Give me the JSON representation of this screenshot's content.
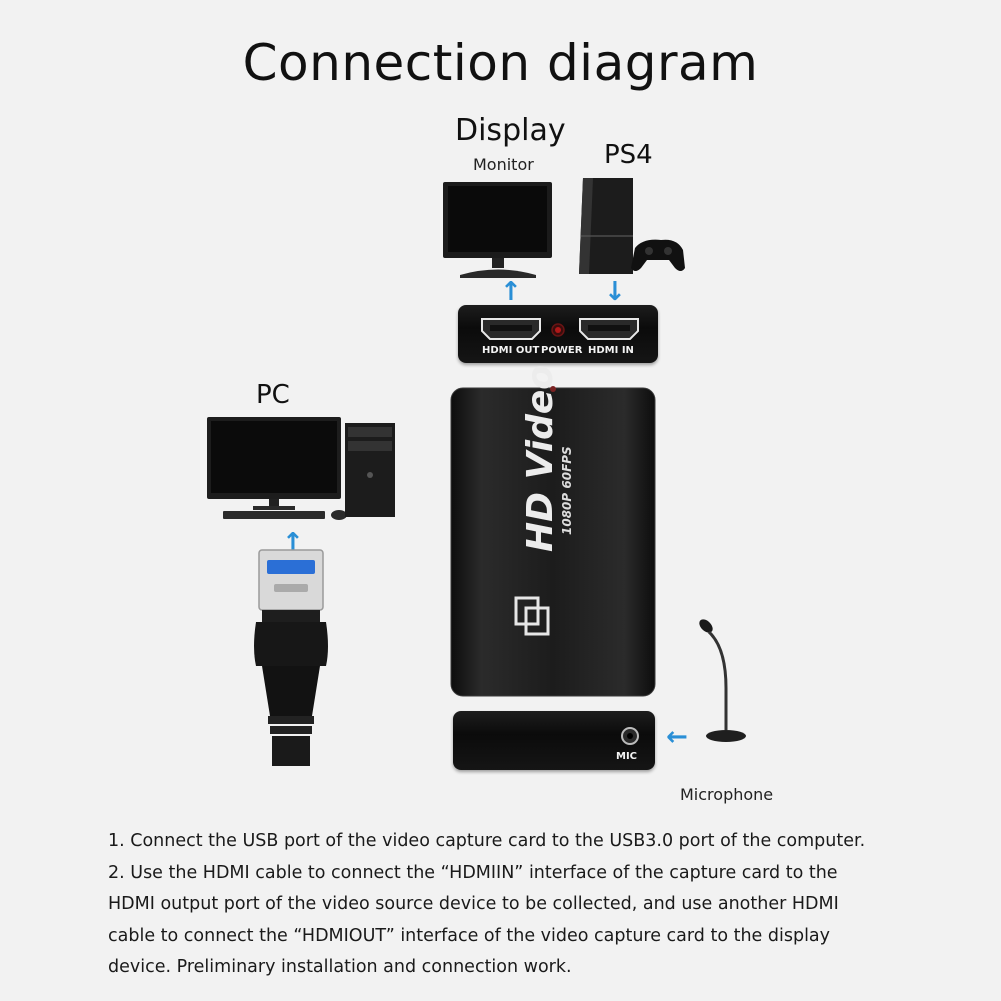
{
  "title": "Connection diagram",
  "labels": {
    "display": "Display",
    "monitor": "Monitor",
    "ps4": "PS4",
    "pc": "PC",
    "microphone": "Microphone"
  },
  "device": {
    "hdmi_out": "HDMI OUT",
    "power": "POWER",
    "hdmi_in": "HDMI IN",
    "mic": "MIC",
    "brand_main": "HD Video",
    "brand_sub": "1080P 60FPS"
  },
  "instructions": [
    "1. Connect the USB port of the video capture card to the USB3.0 port of the computer.",
    "2. Use the HDMI cable to connect the “HDMIIN” interface of the capture card to the",
    "HDMI output port of the video source device to be collected, and use another HDMI",
    "cable to connect the “HDMIOUT” interface of the video capture card to the display",
    " device. Preliminary installation and connection work."
  ],
  "colors": {
    "arrow": "#2a8fd6",
    "background": "#f2f2f2",
    "device_body": "#1a1a1a"
  }
}
